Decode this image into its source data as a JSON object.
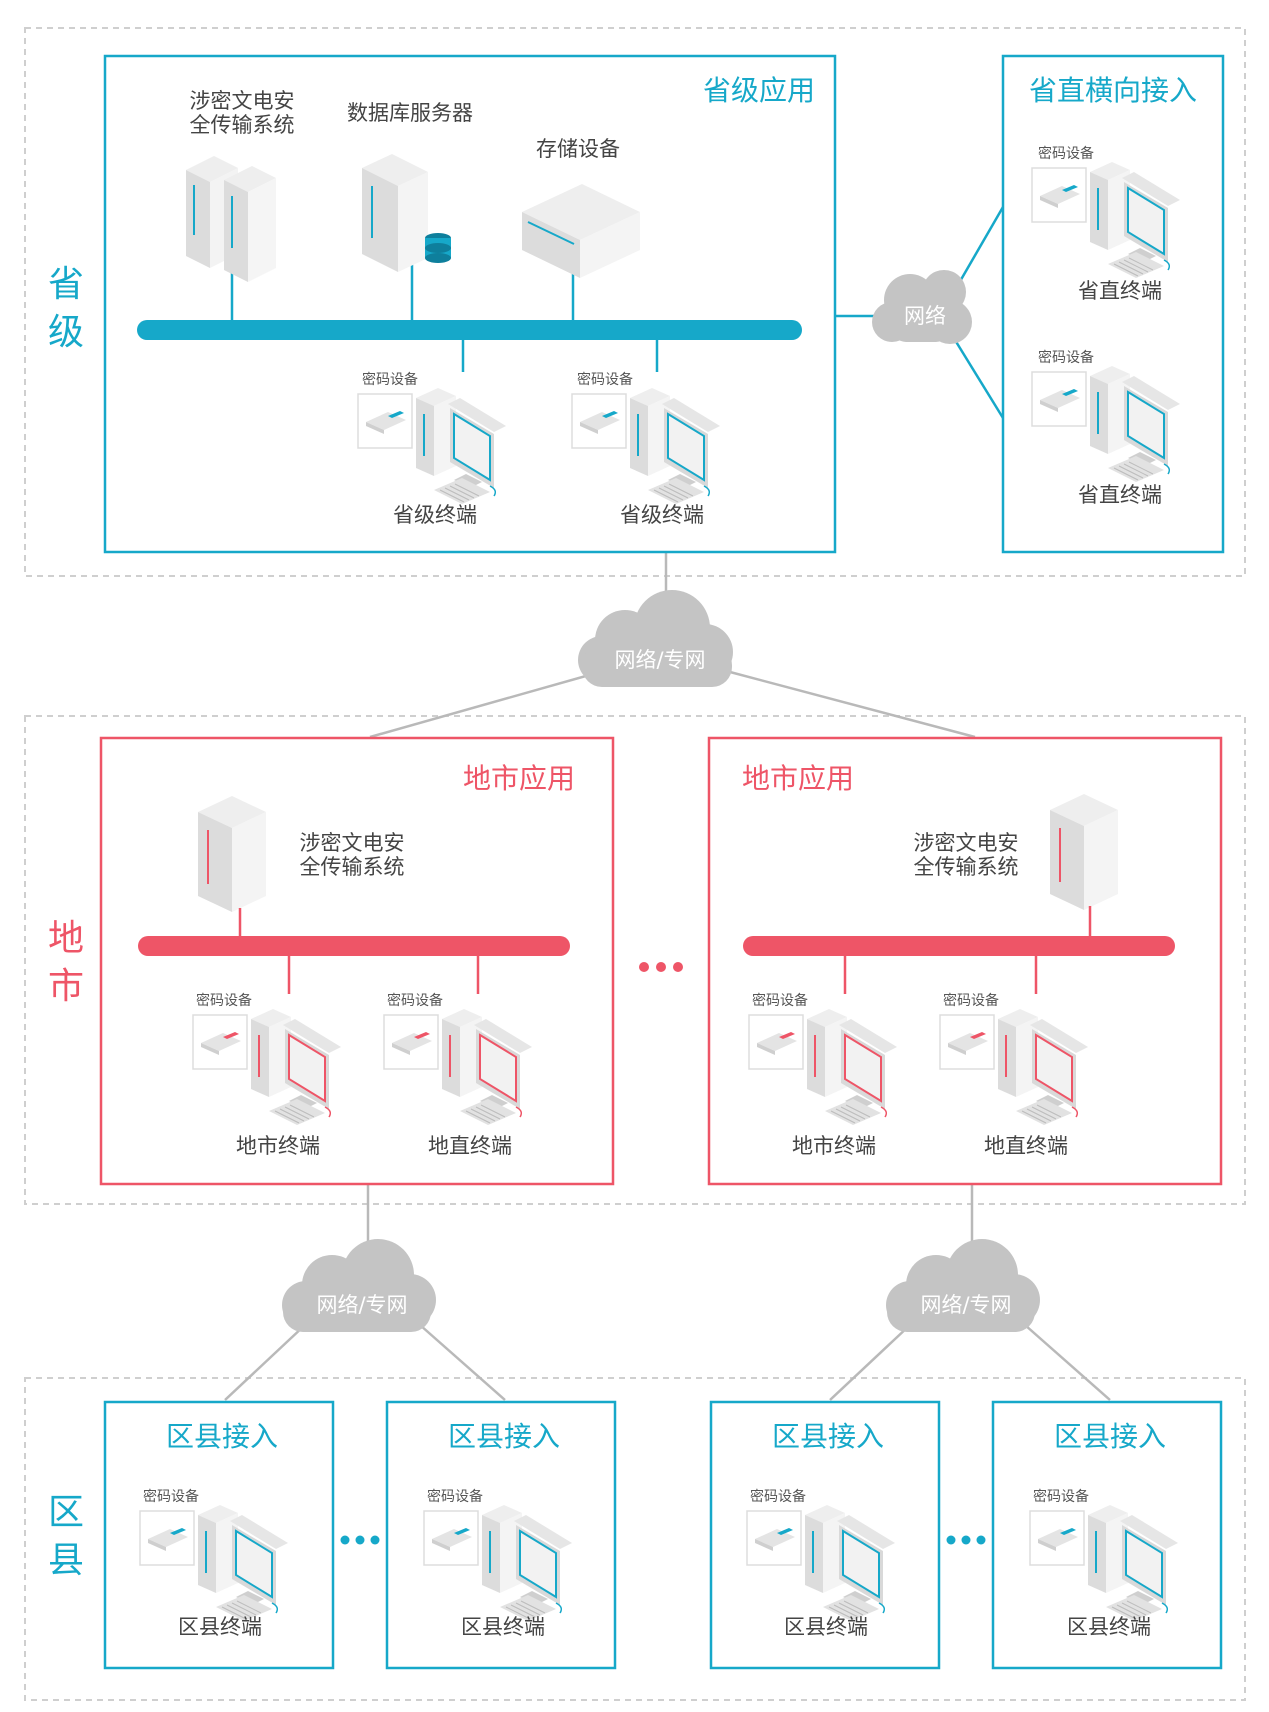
{
  "colors": {
    "blue": "#16a8c9",
    "red": "#ee5567",
    "gray_line": "#b9b9b9",
    "cloud": "#c4c4c4"
  },
  "tiers": {
    "province_label": [
      "省",
      "级"
    ],
    "city_label": [
      "地",
      "市"
    ],
    "county_label": [
      "区",
      "县"
    ]
  },
  "province": {
    "app_title": "省级应用",
    "servers": {
      "transfer_system": [
        "涉密文电安",
        "全传输系统"
      ],
      "database_server": "数据库服务器",
      "storage": "存储设备"
    },
    "crypto_label": "密码设备",
    "terminals": [
      "省级终端",
      "省级终端"
    ]
  },
  "direct_access": {
    "title": "省直横向接入",
    "cloud": "网络",
    "crypto_label": "密码设备",
    "terminals": [
      "省直终端",
      "省直终端"
    ]
  },
  "network": {
    "main_cloud": "网络/专网",
    "city_clouds": [
      "网络/专网",
      "网络/专网"
    ]
  },
  "city": {
    "apps": [
      {
        "title": "地市应用",
        "system": [
          "涉密文电安",
          "全传输系统"
        ],
        "terminals": [
          "地市终端",
          "地直终端"
        ]
      },
      {
        "title": "地市应用",
        "system": [
          "涉密文电安",
          "全传输系统"
        ],
        "terminals": [
          "地市终端",
          "地直终端"
        ]
      }
    ],
    "crypto_label": "密码设备"
  },
  "county": {
    "boxes": [
      {
        "title": "区县接入",
        "terminal": "区县终端"
      },
      {
        "title": "区县接入",
        "terminal": "区县终端"
      },
      {
        "title": "区县接入",
        "terminal": "区县终端"
      },
      {
        "title": "区县接入",
        "terminal": "区县终端"
      }
    ],
    "crypto_label": "密码设备"
  }
}
